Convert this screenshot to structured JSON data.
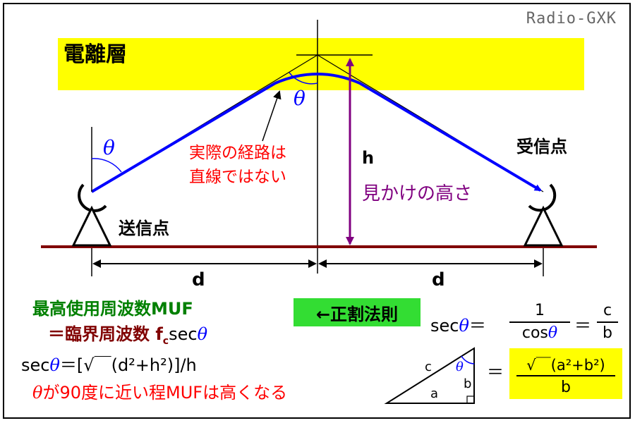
{
  "watermark": "Radio-GXK",
  "ionosphere": {
    "label": "電離層",
    "color": "#ffff00"
  },
  "labels": {
    "theta": "θ",
    "actual_path": [
      "実際の経路は",
      "直線ではない"
    ],
    "h": "h",
    "apparent_height": "見かけの高さ",
    "transmitter": "送信点",
    "receiver": "受信点",
    "d": "d"
  },
  "formulas": {
    "muf_line1": "最高使用周波数MUF",
    "muf_line2_prefix": "＝臨界周波数 f",
    "muf_line2_sub": "c",
    "muf_line2_sec": "sec",
    "sec_line": "＝[√￣(d²+h²)]/h",
    "sec_word": "sec",
    "muf_note": "が90度に近い程MUFは高くなる",
    "law": "←正割法則",
    "sec_def_lhs": "sec",
    "sec_def_eq": "＝",
    "sec_def_num": "1",
    "sec_def_den_cos": "cos",
    "sec_def_eq2": "＝",
    "sec_def_c": "c",
    "sec_def_b": "b",
    "tri_c": "c",
    "tri_a": "a",
    "tri_b": "b",
    "tri_eq": "＝",
    "yellow_num": "√￣(a²+b²)",
    "yellow_den": "b"
  },
  "colors": {
    "ray": "#0000ff",
    "ground": "#800000",
    "height_arrow": "#800080",
    "law_box": "#33dd33"
  }
}
